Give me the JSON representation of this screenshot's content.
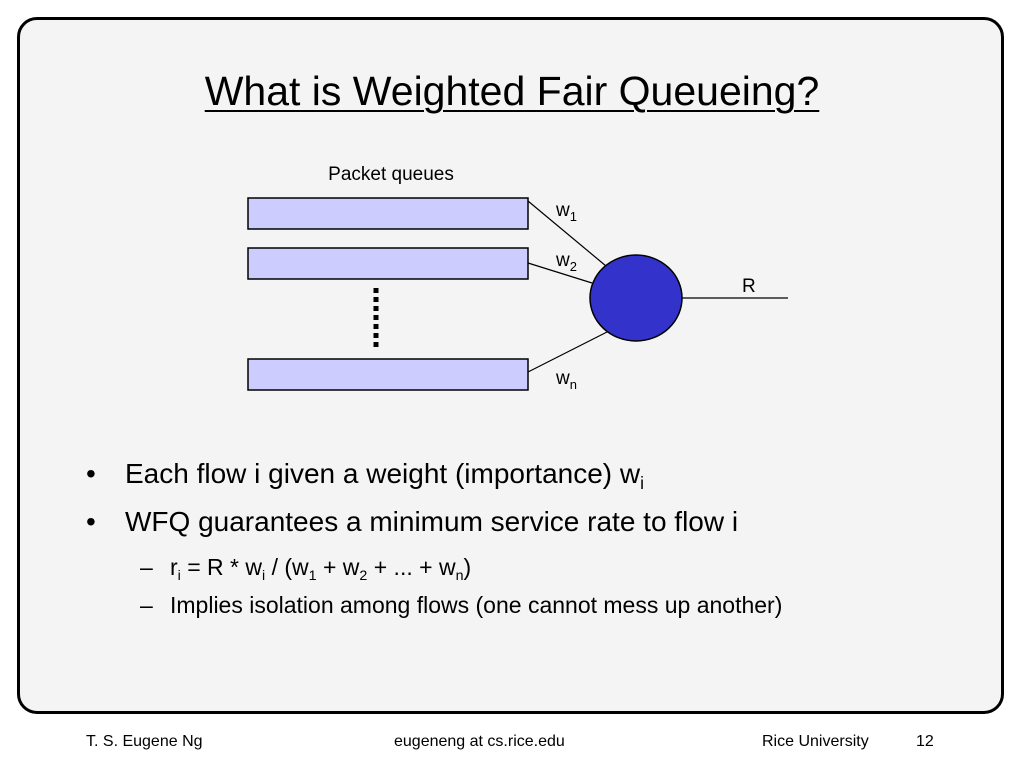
{
  "slide": {
    "title": "What is Weighted Fair Queueing?"
  },
  "diagram": {
    "queues_label": "Packet queues",
    "weights": [
      {
        "base": "w",
        "sub": "1"
      },
      {
        "base": "w",
        "sub": "2"
      },
      {
        "base": "w",
        "sub": "n"
      }
    ],
    "output_label": "R",
    "colors": {
      "queue_fill": "#ccccff",
      "scheduler_fill": "#3333cc"
    }
  },
  "bullets": {
    "b1_text": "Each flow i given a weight (importance) w",
    "b1_sub": "i",
    "b2_text": "WFQ guarantees a minimum service rate to flow i",
    "s1": {
      "r": "r",
      "r_sub": "i",
      "eq": " = R * w",
      "w_sub": "i",
      "open": " / (w",
      "w1_sub": "1",
      "plus1": " + w",
      "w2_sub": "2",
      "plus2": " + ... + w",
      "wn_sub": "n",
      "close": ")"
    },
    "s2_text": "Implies isolation among flows (one cannot mess up another)",
    "bullet_mark": "•",
    "dash_mark": "–"
  },
  "footer": {
    "author": "T. S. Eugene Ng",
    "email": "eugeneng at cs.rice.edu",
    "university": "Rice University",
    "page": "12"
  }
}
